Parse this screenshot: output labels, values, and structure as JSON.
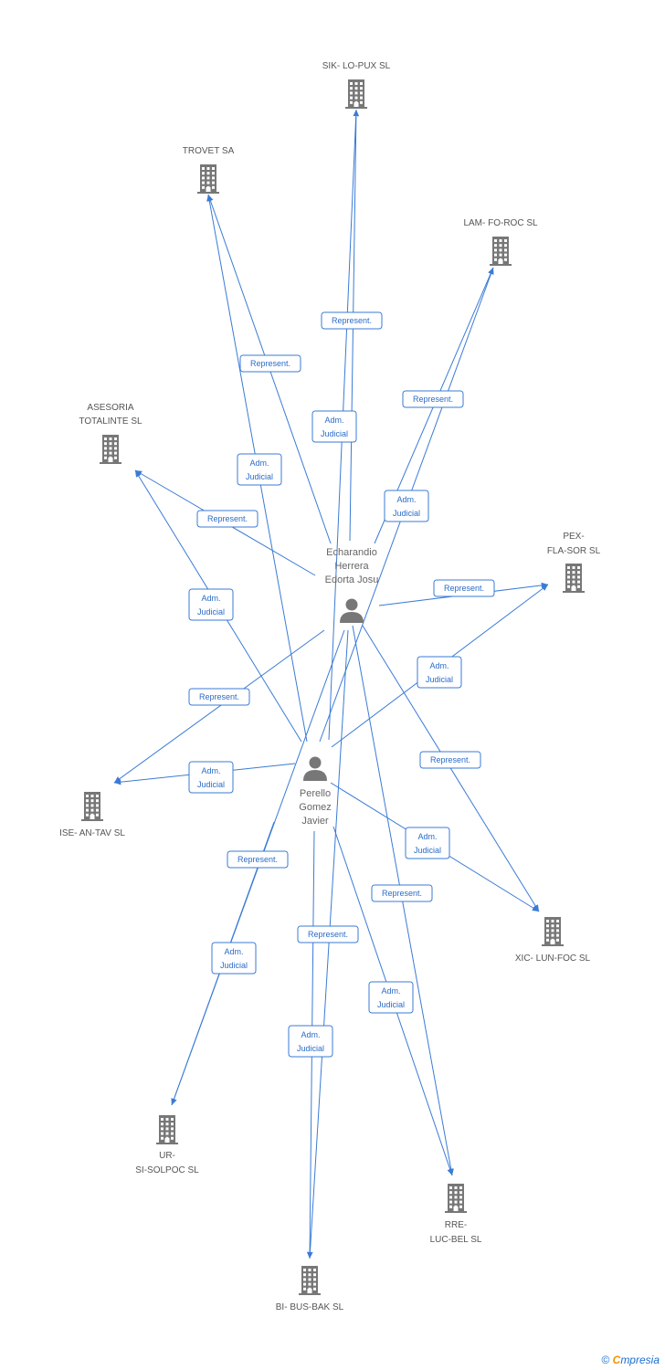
{
  "companies": [
    {
      "id": "sik",
      "label": [
        "SIK- LO-PUX SL"
      ]
    },
    {
      "id": "trovet",
      "label": [
        "TROVET SA"
      ]
    },
    {
      "id": "lam",
      "label": [
        "LAM- FO-ROC SL"
      ]
    },
    {
      "id": "asesoria",
      "label": [
        "ASESORIA",
        "TOTALINTE SL"
      ]
    },
    {
      "id": "pex",
      "label": [
        "PEX-",
        "FLA-SOR SL"
      ]
    },
    {
      "id": "ise",
      "label": [
        "ISE- AN-TAV SL"
      ]
    },
    {
      "id": "xic",
      "label": [
        "XIC- LUN-FOC SL"
      ]
    },
    {
      "id": "ur",
      "label": [
        "UR-",
        "SI-SOLPOC SL"
      ]
    },
    {
      "id": "rre",
      "label": [
        "RRE-",
        "LUC-BEL SL"
      ]
    },
    {
      "id": "bi",
      "label": [
        "BI- BUS-BAK SL"
      ]
    }
  ],
  "people": [
    {
      "id": "echarandio",
      "label": [
        "Echarandio",
        "Herrera",
        "Edorta Josu"
      ]
    },
    {
      "id": "perello",
      "label": [
        "Perello",
        "Gomez",
        "Javier"
      ]
    }
  ],
  "edges": [
    {
      "from": "echarandio",
      "to": "sik",
      "label": [
        "Represent."
      ]
    },
    {
      "from": "perello",
      "to": "sik",
      "label": [
        "Adm.",
        "Judicial"
      ]
    },
    {
      "from": "echarandio",
      "to": "trovet",
      "label": [
        "Represent."
      ]
    },
    {
      "from": "perello",
      "to": "trovet",
      "label": [
        "Adm.",
        "Judicial"
      ]
    },
    {
      "from": "echarandio",
      "to": "lam",
      "label": [
        "Represent."
      ]
    },
    {
      "from": "perello",
      "to": "lam",
      "label": [
        "Adm.",
        "Judicial"
      ]
    },
    {
      "from": "echarandio",
      "to": "asesoria",
      "label": [
        "Represent."
      ]
    },
    {
      "from": "perello",
      "to": "asesoria",
      "label": [
        "Adm.",
        "Judicial"
      ]
    },
    {
      "from": "echarandio",
      "to": "pex",
      "label": [
        "Represent."
      ]
    },
    {
      "from": "perello",
      "to": "pex",
      "label": [
        "Adm.",
        "Judicial"
      ]
    },
    {
      "from": "echarandio",
      "to": "ise",
      "label": [
        "Represent."
      ]
    },
    {
      "from": "perello",
      "to": "ise",
      "label": [
        "Adm.",
        "Judicial"
      ]
    },
    {
      "from": "echarandio",
      "to": "xic",
      "label": [
        "Represent."
      ]
    },
    {
      "from": "perello",
      "to": "xic",
      "label": [
        "Adm.",
        "Judicial"
      ]
    },
    {
      "from": "echarandio",
      "to": "ur",
      "label": [
        "Represent."
      ]
    },
    {
      "from": "perello",
      "to": "ur",
      "label": [
        "Adm.",
        "Judicial"
      ]
    },
    {
      "from": "echarandio",
      "to": "rre",
      "label": [
        "Represent."
      ]
    },
    {
      "from": "perello",
      "to": "rre",
      "label": [
        "Adm.",
        "Judicial"
      ]
    },
    {
      "from": "perello",
      "to": "bi",
      "label": [
        "Represent."
      ]
    },
    {
      "from": "echarandio",
      "to": "bi",
      "label": [
        "Adm.",
        "Judicial"
      ]
    }
  ],
  "footer": {
    "copyright": "©",
    "brand_first": "C",
    "brand_rest": "mpresia"
  },
  "colors": {
    "edge": "#3a7bd5",
    "icon": "#777777",
    "text": "#555555"
  }
}
